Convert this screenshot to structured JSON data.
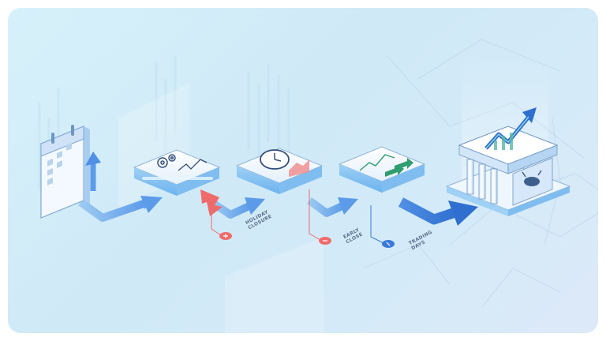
{
  "labels": {
    "holiday_closure": "HOLIDAY\nCLOSURE",
    "early_close": "EARLY\nCLOSE",
    "trading_days": "TRADING\nDAYS"
  },
  "icons": {
    "calendar": "calendar-icon",
    "gears": "gears-icon",
    "clock": "clock-icon",
    "chart": "trend-chart-icon",
    "exchange": "exchange-building-icon",
    "bull": "bull-icon"
  },
  "colors": {
    "flow_blue": "#5b9be8",
    "flow_dark_blue": "#2f6fcf",
    "holiday_red": "#ef6b6b",
    "trading_blue": "#3b78d8",
    "trend_green": "#2e9e6e"
  }
}
